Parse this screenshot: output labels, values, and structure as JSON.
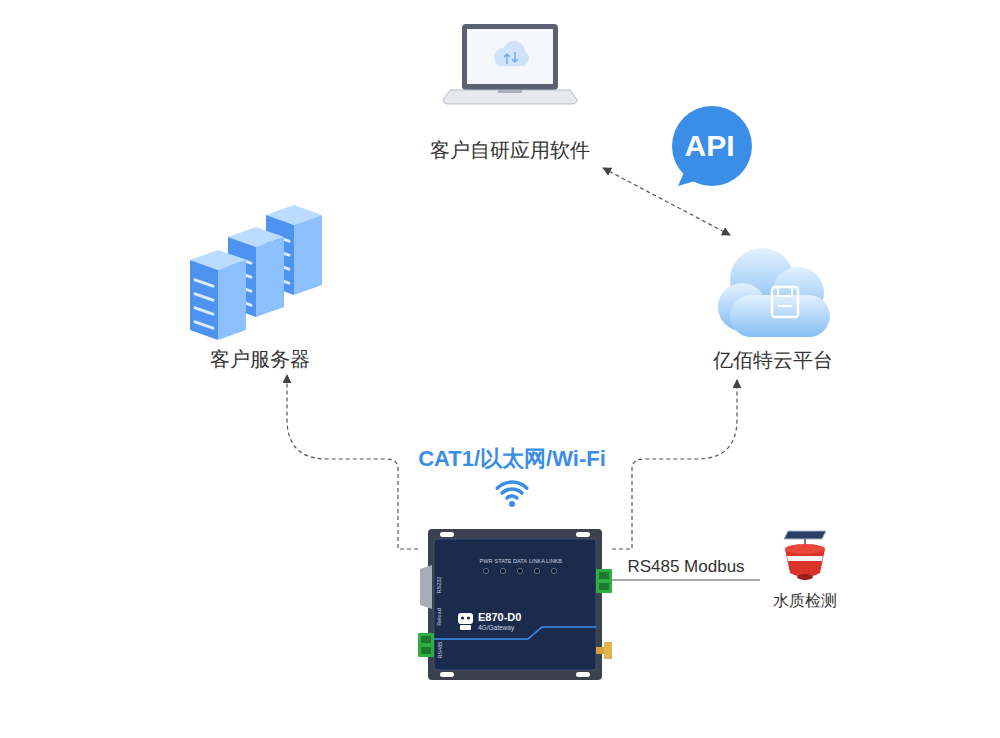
{
  "diagram": {
    "nodes": [
      {
        "text": [
          "客户自研应用软件"
        ]
      },
      {
        "text": [
          "API"
        ]
      },
      {
        "text": [
          "客户服务器"
        ]
      },
      {
        "text": [
          "亿佰特云平台"
        ]
      },
      {
        "text": [
          "E870-D0",
          "4G/Gateway"
        ]
      },
      {
        "text": [
          "水质检测"
        ]
      }
    ],
    "edges": [
      {
        "from": 0,
        "to": 3,
        "arrow": "both"
      },
      {
        "from": 4,
        "to": 2,
        "arrow": "to"
      },
      {
        "from": 4,
        "to": 3,
        "arrow": "to"
      },
      {
        "from": 4,
        "to": 5,
        "label": "RS485 Modbus",
        "arrow": "none"
      }
    ],
    "labels": [
      "CAT1/以太网/Wi-Fi",
      "PWR",
      "STATE",
      "DATA",
      "LINKA",
      "LINKB",
      "RS232",
      "Reload",
      "RS485"
    ]
  }
}
